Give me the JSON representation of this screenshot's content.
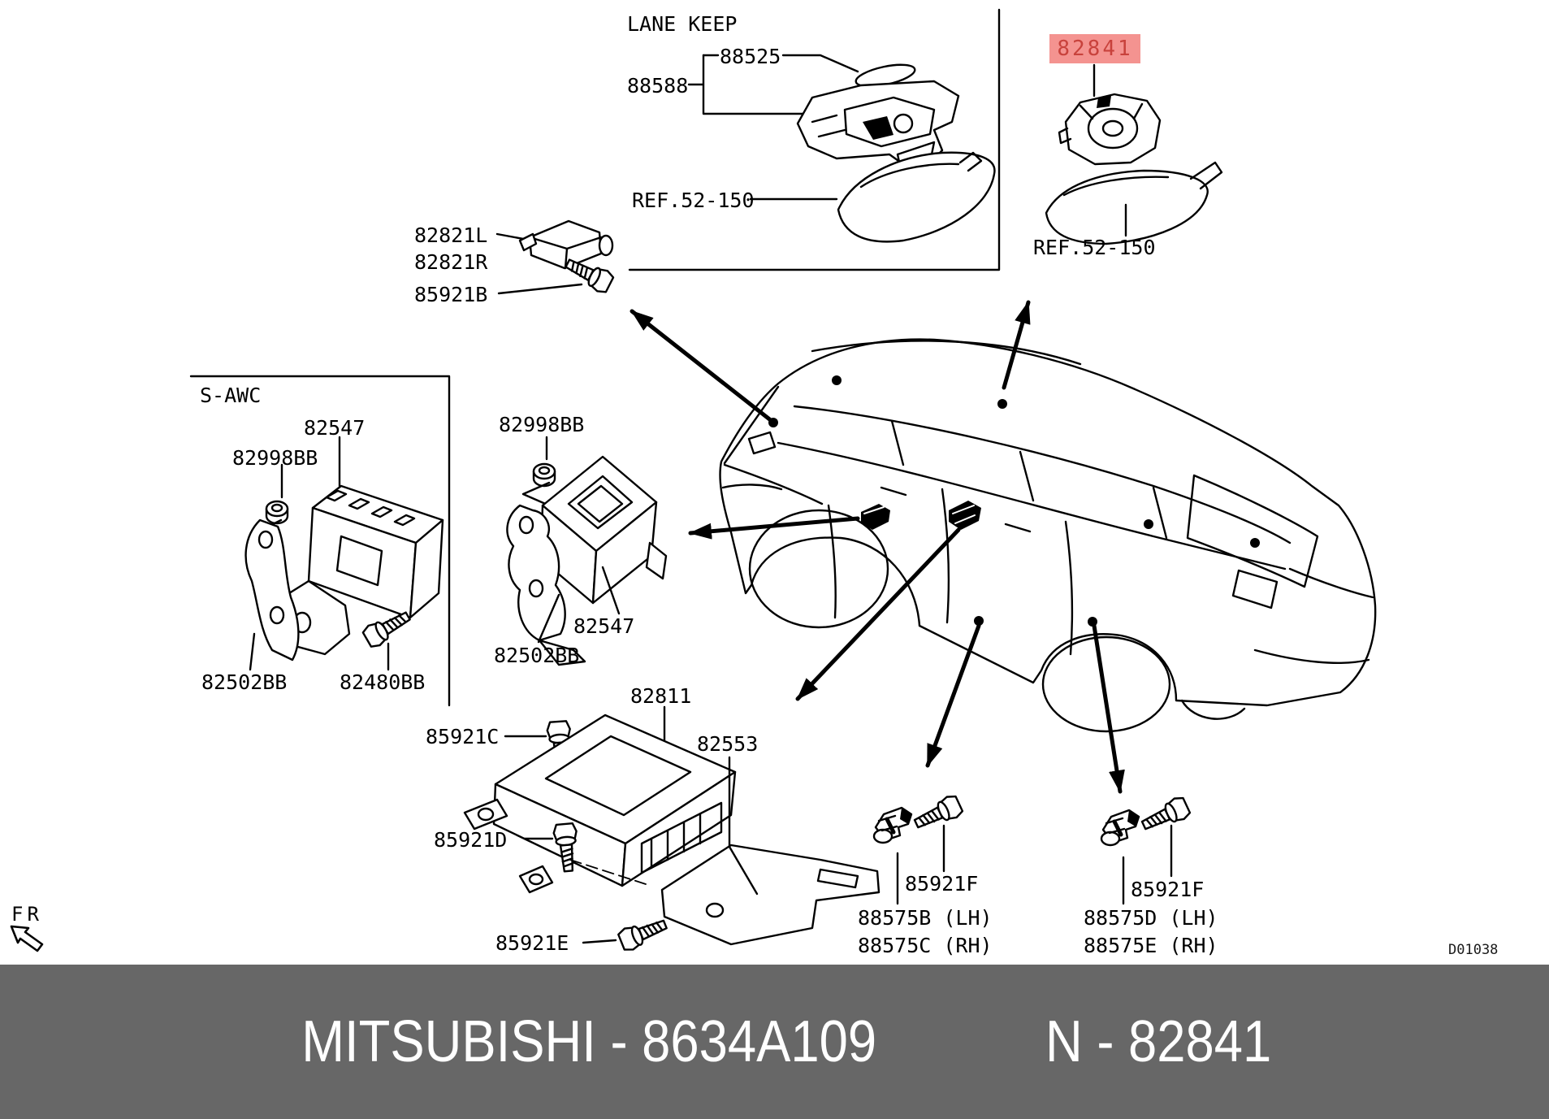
{
  "sections": {
    "lane_keep_title": "LANE KEEP",
    "s_awc_title": "S-AWC"
  },
  "highlighted_part": {
    "number": "82841"
  },
  "labels": {
    "lane_keep_title": "LANE KEEP",
    "p88525": "88525",
    "p88588": "88588",
    "ref_lane_keep": "REF.52-150",
    "highlight_82841": "82841",
    "ref_82841": "REF.52-150",
    "p82821l": "82821L",
    "p82821r": "82821R",
    "p85921b": "85921B",
    "sawc_title": "S-AWC",
    "sawc_82547": "82547",
    "sawc_82998bb": "82998BB",
    "sawc_82502bb": "82502BB",
    "sawc_82480bb": "82480BB",
    "mid_82998bb": "82998BB",
    "mid_82547": "82547",
    "mid_82502bb": "82502BB",
    "p82811": "82811",
    "p85921c": "85921C",
    "p82553": "82553",
    "p85921d": "85921D",
    "p85921e": "85921E",
    "grp1_85921f": "85921F",
    "grp1_88575b": "88575B (LH)",
    "grp1_88575c": "88575C (RH)",
    "grp2_85921f": "85921F",
    "grp2_88575d": "88575D (LH)",
    "grp2_88575e": "88575E (RH)",
    "doc_code": "D01038",
    "fr": "FR"
  },
  "banner": {
    "left": "MITSUBISHI - 8634A109",
    "right": "N - 82841"
  },
  "colors": {
    "highlight_bg": "#F49390",
    "highlight_text": "#C8423C",
    "banner_bg": "#676767",
    "banner_text": "#FFFFFF",
    "line_color": "#000000"
  }
}
